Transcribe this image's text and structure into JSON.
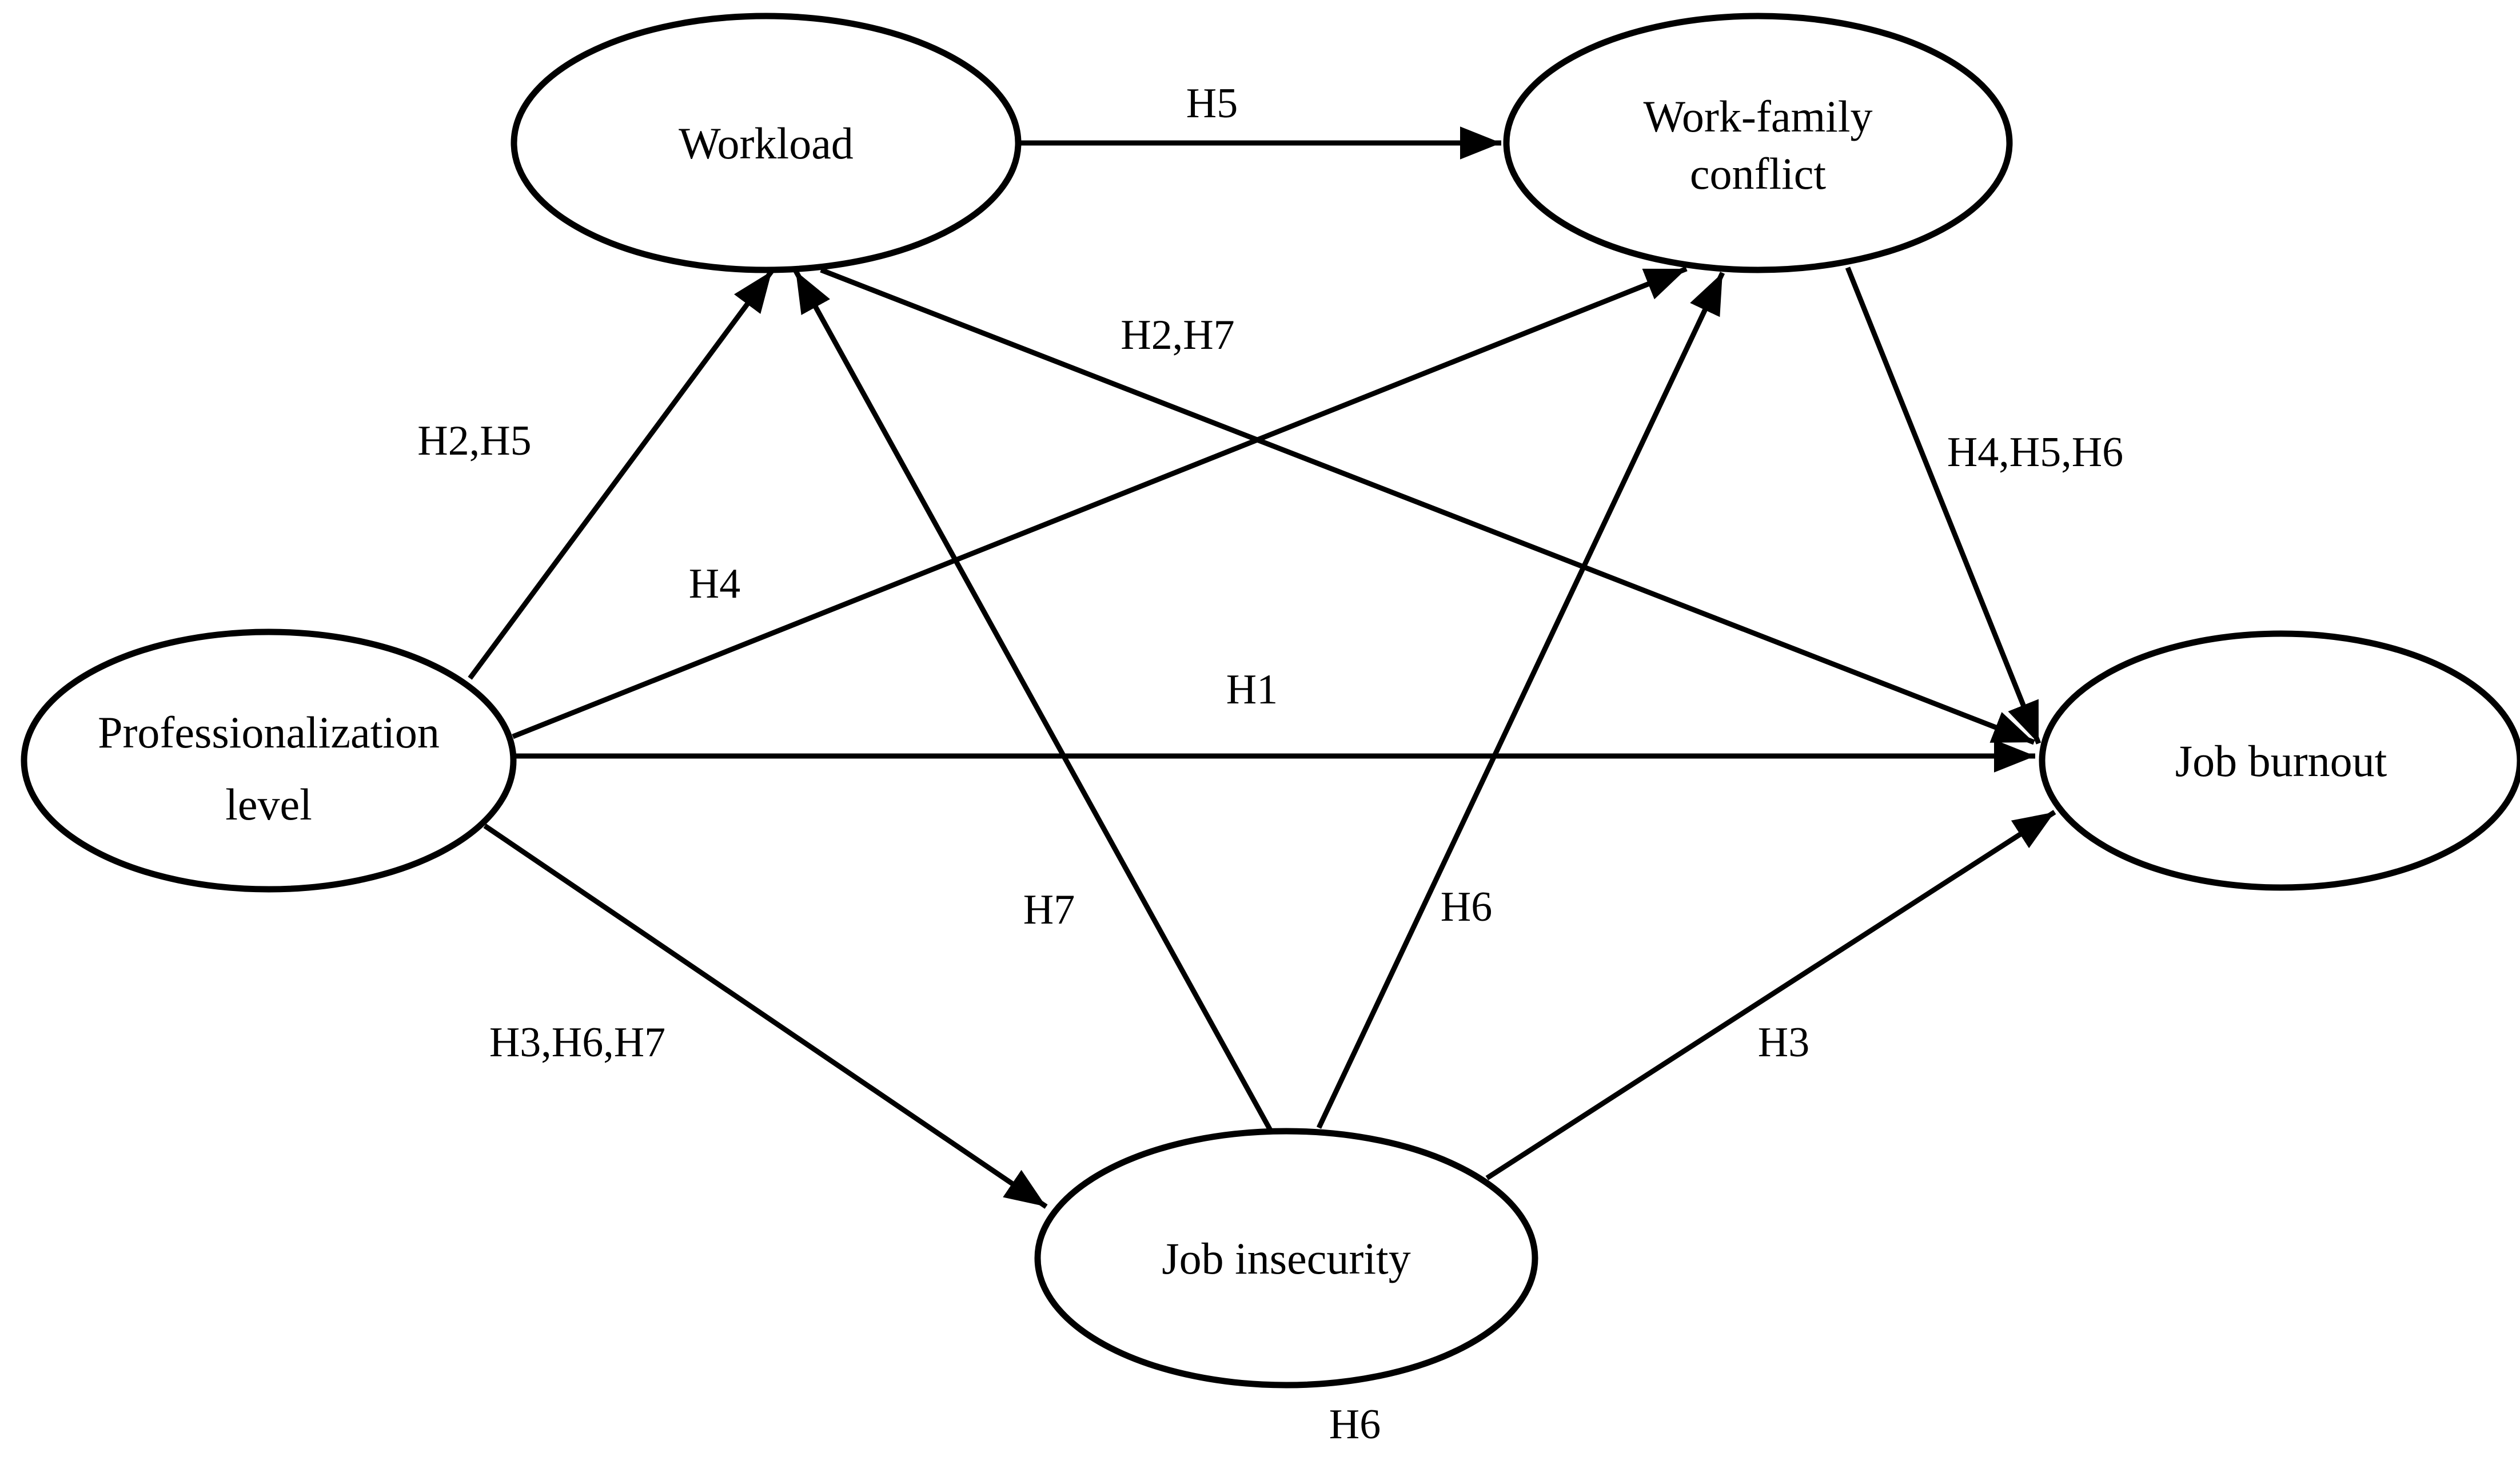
{
  "figure": {
    "type": "structural-model-path-diagram",
    "background_color": "#ffffff",
    "line_color": "#000000",
    "nodes": {
      "workload": {
        "label": "Workload"
      },
      "work_family_conflict": {
        "label_line1": "Work-family",
        "label_line2": "conflict"
      },
      "professionalization_level": {
        "label_line1": "Professionalization",
        "label_line2": "level"
      },
      "job_burnout": {
        "label": "Job burnout"
      },
      "job_insecurity": {
        "label": "Job insecurity"
      }
    },
    "edges": [
      {
        "from": "Professionalization level",
        "to": "Workload",
        "label": "H2,H5"
      },
      {
        "from": "Professionalization level",
        "to": "Work-family conflict",
        "label": "H4"
      },
      {
        "from": "Professionalization level",
        "to": "Job burnout",
        "label": "H1"
      },
      {
        "from": "Professionalization level",
        "to": "Job insecurity",
        "label": "H3,H6,H7"
      },
      {
        "from": "Workload",
        "to": "Work-family conflict",
        "label": "H5"
      },
      {
        "from": "Workload",
        "to": "Job burnout",
        "label": "H2,H7"
      },
      {
        "from": "Job insecurity",
        "to": "Workload",
        "label": "H7"
      },
      {
        "from": "Job insecurity",
        "to": "Work-family conflict",
        "label": "H6"
      },
      {
        "from": "Job insecurity",
        "to": "Job burnout",
        "label": "H3"
      },
      {
        "from": "Work-family conflict",
        "to": "Job burnout",
        "label": "H4,H5,H6"
      }
    ],
    "floating_labels": [
      {
        "text": "H6",
        "position": "below Job insecurity"
      }
    ]
  }
}
